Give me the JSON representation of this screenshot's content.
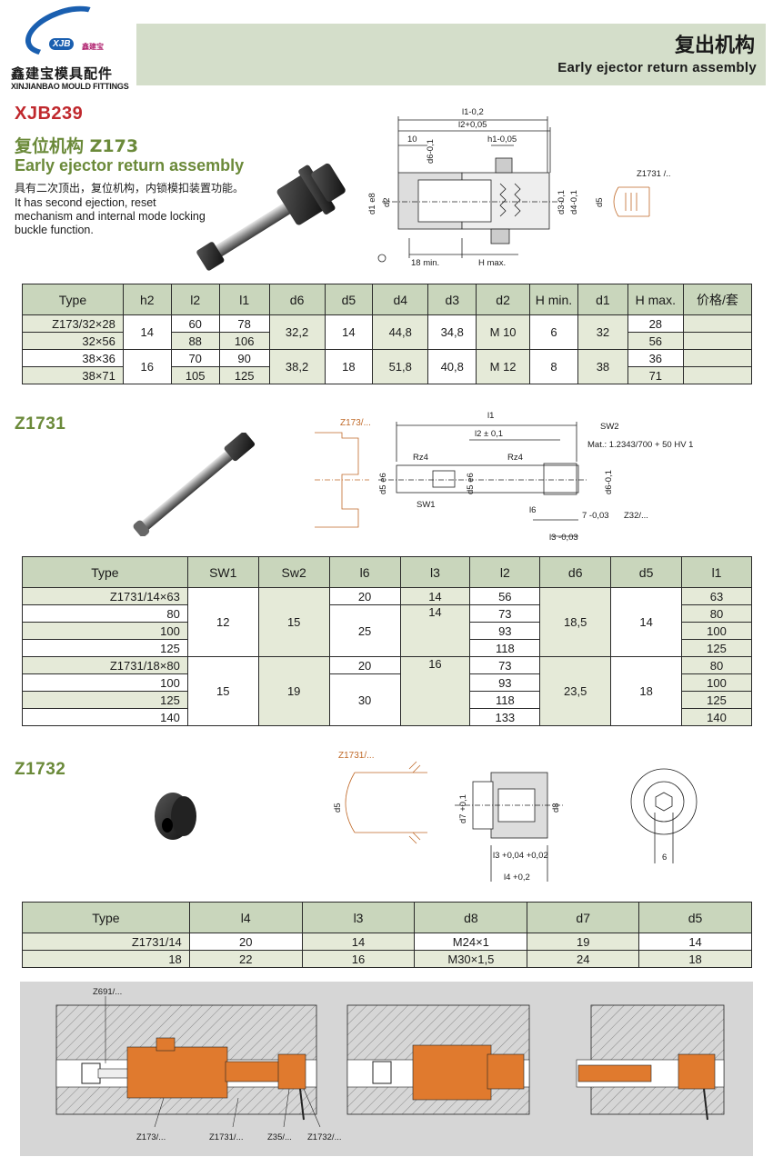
{
  "header": {
    "logo_badge": "XJB",
    "logo_cn_small": "鑫建宝",
    "company_cn": "鑫建宝模具配件",
    "company_en": "XINJIANBAO MOULD FITTINGS",
    "title_cn": "复出机构",
    "title_en": "Early ejector return assembly"
  },
  "product": {
    "code": "XJB239",
    "name_cn": "复位机构  Z173",
    "name_en": "Early ejector return assembly",
    "desc_cn": "具有二次顶出，复位机构，内锁模扣装置功能。",
    "desc_en": "It has second ejection, reset mechanism and internal mode locking buckle function."
  },
  "drawing1": {
    "labels": [
      "l1-0,2",
      "l2+0,05",
      "10",
      "h1-0,05",
      "d6-0,1",
      "d1 e8",
      "d2",
      "d3-0,1",
      "d4-0,1",
      "d5",
      "18 min.",
      "H max.",
      "Z1731 /.."
    ]
  },
  "table1": {
    "headers": [
      "Type",
      "h2",
      "l2",
      "l1",
      "d6",
      "d5",
      "d4",
      "d3",
      "d2",
      "H min.",
      "d1",
      "H max.",
      "价格/套"
    ],
    "rows": [
      {
        "type": "Z173/32×28",
        "l2": "60",
        "l1": "78",
        "hmax": "28"
      },
      {
        "type": "32×56",
        "l2": "88",
        "l1": "106",
        "hmax": "56"
      },
      {
        "type": "38×36",
        "l2": "70",
        "l1": "90",
        "hmax": "36"
      },
      {
        "type": "38×71",
        "l2": "105",
        "l1": "125",
        "hmax": "71"
      }
    ],
    "groups": [
      {
        "h2": "14",
        "d6": "32,2",
        "d5": "14",
        "d4": "44,8",
        "d3": "34,8",
        "d2": "M 10",
        "hmin": "6",
        "d1": "32"
      },
      {
        "h2": "16",
        "d6": "38,2",
        "d5": "18",
        "d4": "51,8",
        "d3": "40,8",
        "d2": "M 12",
        "hmin": "8",
        "d1": "38"
      }
    ]
  },
  "z1731": {
    "title": "Z1731",
    "drawing_labels": [
      "Z173/...",
      "l1",
      "l2 ± 0,1",
      "SW2",
      "Mat.: 1.2343/700 + 50 HV 1",
      "Rz4",
      "Rz4",
      "d5 e6",
      "d5 e6",
      "d6-0,1",
      "SW1",
      "l6",
      "7 -0,03",
      "Z32/...",
      "l3 -0,03"
    ],
    "headers": [
      "Type",
      "SW1",
      "Sw2",
      "l6",
      "l3",
      "l2",
      "d6",
      "d5",
      "l1"
    ],
    "rows": [
      {
        "type": "Z1731/14×63",
        "l6": "20",
        "l3": "14",
        "l2": "56",
        "l1": "63"
      },
      {
        "type": "80",
        "l3": "14",
        "l2": "73",
        "l1": "80"
      },
      {
        "type": "100",
        "l2": "93",
        "l1": "100"
      },
      {
        "type": "125",
        "l2": "118",
        "l1": "125"
      },
      {
        "type": "Z1731/18×80",
        "l6": "20",
        "l3": "16",
        "l2": "73",
        "l1": "80"
      },
      {
        "type": "100",
        "l2": "93",
        "l1": "100"
      },
      {
        "type": "125",
        "l2": "118",
        "l1": "125"
      },
      {
        "type": "140",
        "l2": "133",
        "l1": "140"
      }
    ],
    "group1": {
      "sw1": "12",
      "sw2": "15",
      "l6b": "25",
      "d6": "18,5",
      "d5": "14"
    },
    "group2": {
      "sw1": "15",
      "sw2": "19",
      "l6b": "30",
      "d6": "23,5",
      "d5": "18"
    }
  },
  "z1732": {
    "title": "Z1732",
    "drawing_labels": [
      "Z1731/...",
      "d5",
      "d7 +0,1",
      "d8",
      "l3 +0,04 +0,02",
      "l4 +0,2",
      "6"
    ],
    "headers": [
      "Type",
      "l4",
      "l3",
      "d8",
      "d7",
      "d5"
    ],
    "rows": [
      {
        "type": "Z1731/14",
        "l4": "20",
        "l3": "14",
        "d8": "M24×1",
        "d7": "19",
        "d5": "14"
      },
      {
        "type": "18",
        "l4": "22",
        "l3": "16",
        "d8": "M30×1,5",
        "d7": "24",
        "d5": "18"
      }
    ]
  },
  "application": {
    "labels": [
      "Z691/...",
      "Z173/...",
      "Z1731/...",
      "Z35/...",
      "Z1732/..."
    ]
  },
  "colors": {
    "title_band": "#d4deca",
    "table_header": "#c9d6bc",
    "table_shade": "#e5ead8",
    "code_red": "#c0282d",
    "heading_green": "#6b8a3a",
    "assembly_orange": "#e07a2e"
  }
}
